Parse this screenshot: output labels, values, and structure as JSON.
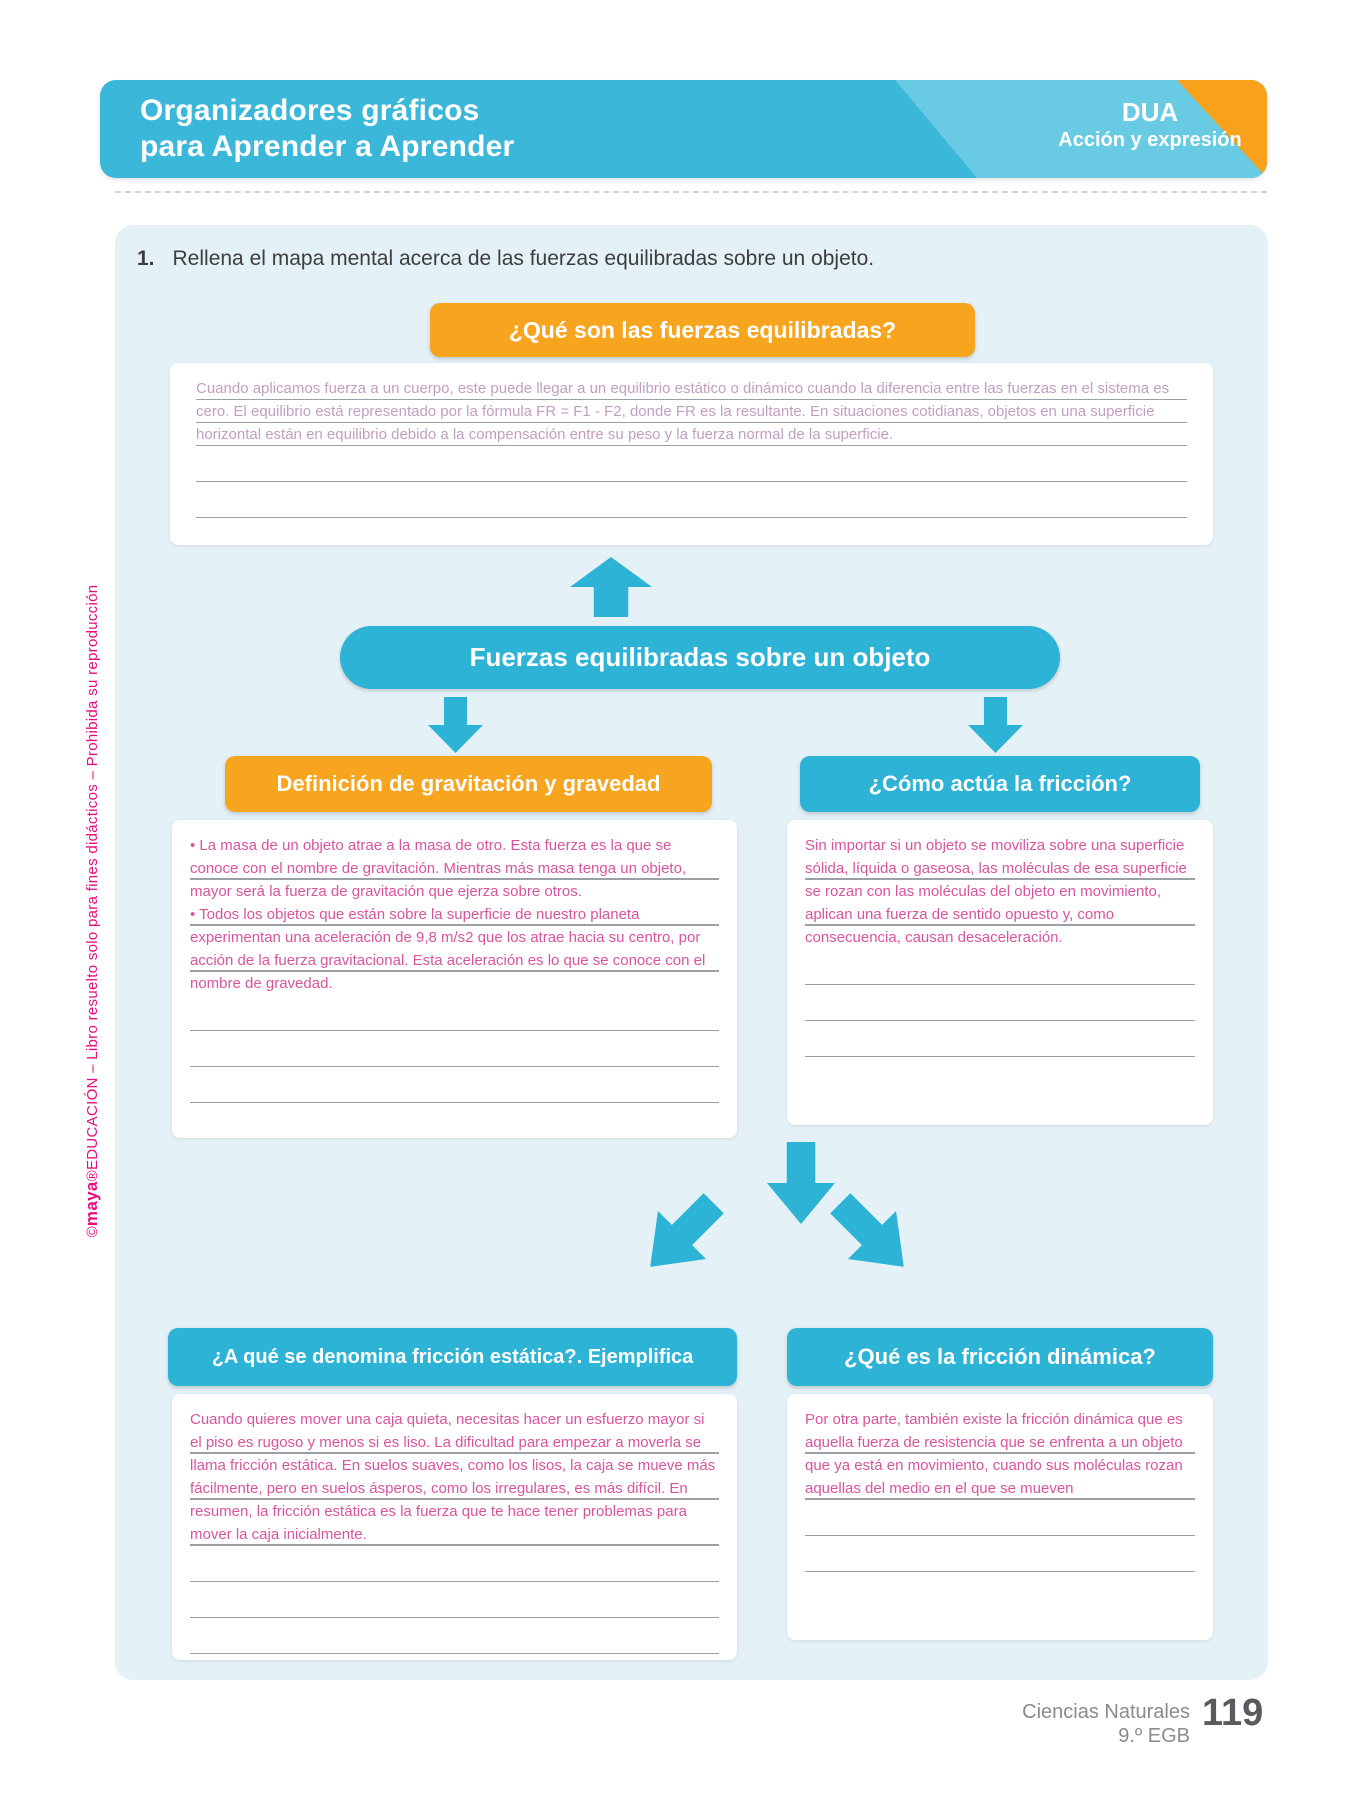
{
  "header": {
    "title_line1": "Organizadores gráficos",
    "title_line2": "para Aprender a Aprender",
    "badge_title": "DUA",
    "badge_subtitle": "Acción y expresión"
  },
  "watermark": {
    "copyright": "©",
    "brand": "maya",
    "rest": "®EDUCACIÓN – Libro resuelto solo para fines didácticos – Prohibida su reproducción"
  },
  "instruction": {
    "number": "1.",
    "text": "Rellena el mapa mental acerca de las fuerzas equilibradas sobre un objeto."
  },
  "mindmap": {
    "central_topic": "Fuerzas equilibradas sobre un objeto",
    "top_question": {
      "title": "¿Qué son las fuerzas equilibradas?",
      "answer_paragraphs": [
        "Cuando aplicamos fuerza a un cuerpo, este puede llegar a un equilibrio estático o dinámico cuando la diferencia entre las fuerzas en el sistema es cero. El equilibrio está representado por la fórmula FR = F1 - F2, donde FR es la resultante. En situaciones cotidianas, objetos en una superficie horizontal están en equilibrio debido a la compensación entre su peso y la fuerza normal de la superficie."
      ]
    },
    "gravity": {
      "title": "Definición de gravitación y gravedad",
      "answer_paragraphs": [
        "• La masa de un objeto atrae a la masa de otro. Esta fuerza es la que se conoce con el nombre de gravitación. Mientras más masa tenga un objeto, mayor será la fuerza de gravitación que ejerza sobre otros.",
        "• Todos los objetos que están sobre la superficie de nuestro planeta experimentan una aceleración de 9,8 m/s2 que los atrae hacia su centro, por acción de la fuerza gravitacional. Esta aceleración es lo que se conoce con el nombre de gravedad."
      ]
    },
    "friction": {
      "title": "¿Cómo actúa la fricción?",
      "answer_paragraphs": [
        "Sin importar si un objeto se moviliza sobre una superficie sólida, líquida o gaseosa, las moléculas de esa superficie se rozan con las moléculas del objeto en movimiento, aplican una fuerza de sentido opuesto y, como consecuencia, causan desaceleración."
      ]
    },
    "static_friction": {
      "title": "¿A qué se denomina fricción estática?. Ejemplifica",
      "answer_paragraphs": [
        "Cuando quieres mover una caja quieta, necesitas hacer un esfuerzo mayor si el piso es rugoso y menos si es liso. La dificultad para empezar a moverla se llama fricción estática. En suelos suaves, como los lisos, la caja se mueve más fácilmente, pero en suelos ásperos, como los irregulares, es más difícil. En resumen, la fricción estática es la fuerza que te hace tener problemas para mover la caja inicialmente."
      ]
    },
    "dynamic_friction": {
      "title": "¿Qué es la fricción dinámica?",
      "answer_paragraphs": [
        "Por otra parte, también existe la fricción dinámica que es aquella fuerza de resistencia que se enfrenta a un objeto que ya está en movimiento, cuando sus moléculas rozan aquellas del medio en el que se mueven"
      ]
    }
  },
  "footer": {
    "subject": "Ciencias Naturales",
    "grade": "9.º EGB",
    "page_number": "119"
  },
  "colors": {
    "header_cyan": "#3bb7d9",
    "header_light_cyan": "#68cae3",
    "accent_orange": "#f7a41f",
    "accent_cyan": "#2db3d6",
    "panel_background": "#e4f2f7",
    "brand_pink": "#e80c7f",
    "handwriting_pink": "#d9549e",
    "handwriting_faded": "#c29fc0",
    "rule_gray": "#9aa0a3"
  }
}
